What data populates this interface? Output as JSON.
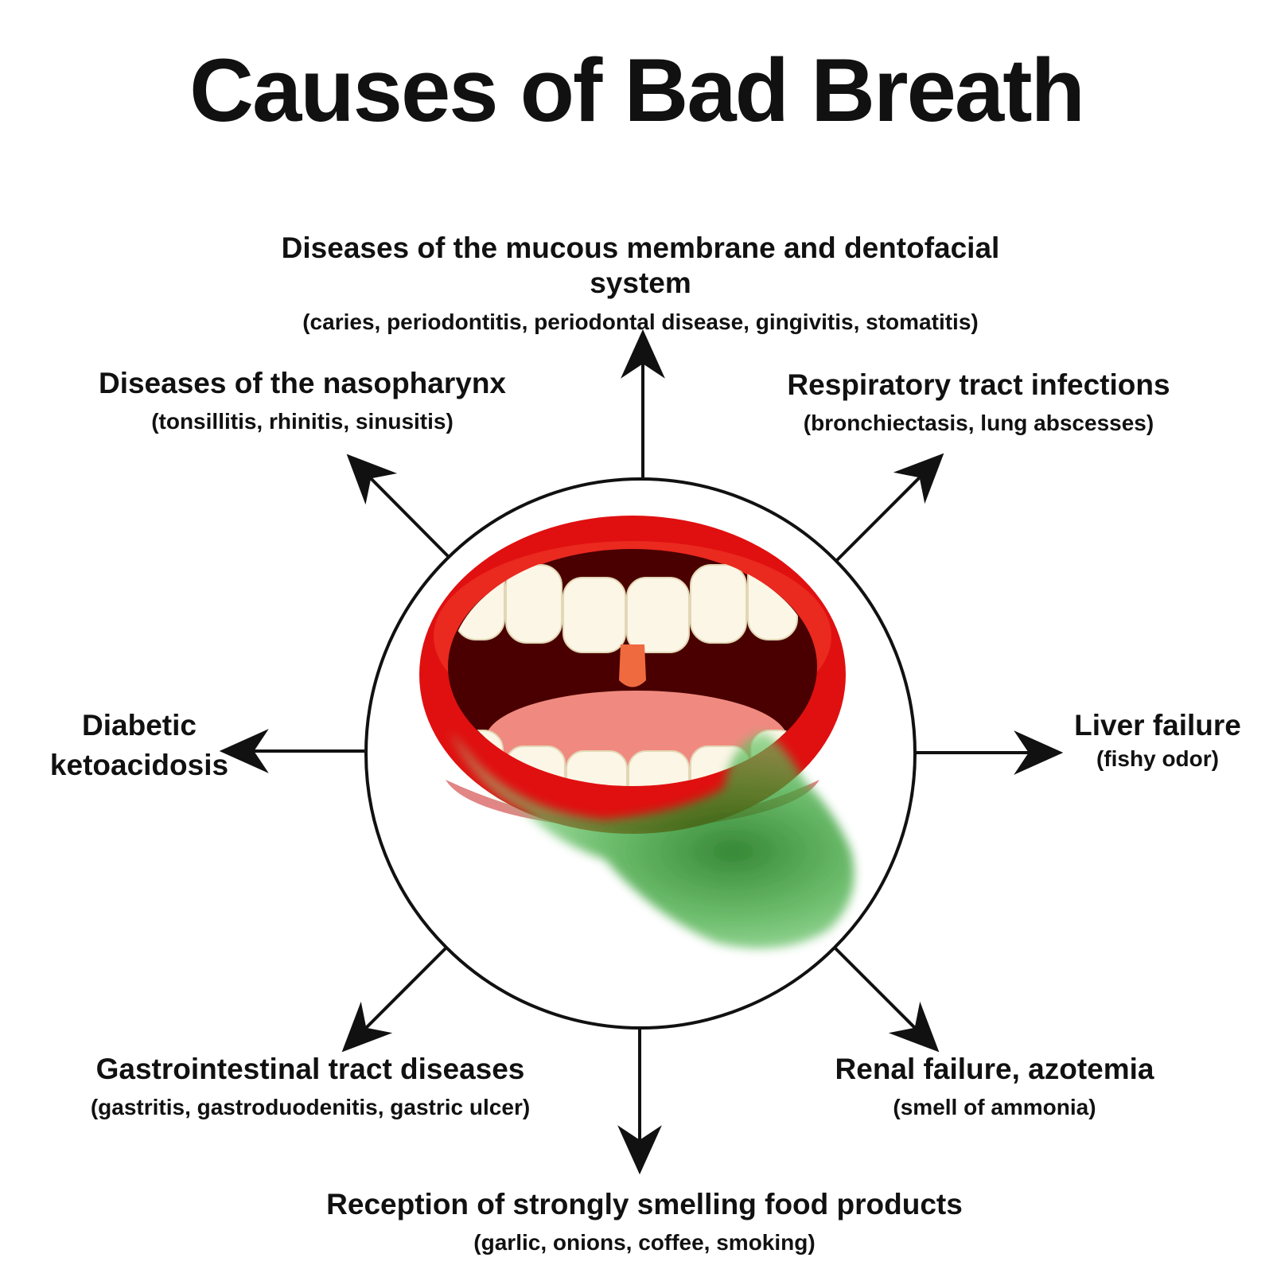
{
  "title": "Causes of Bad Breath",
  "causes": {
    "mucous": {
      "heading": "Diseases of the mucous membrane and dentofacial system",
      "detail": "(caries, periodontitis, periodontal disease, gingivitis, stomatitis)"
    },
    "nasopharynx": {
      "heading": "Diseases of the nasopharynx",
      "detail": "(tonsillitis, rhinitis, sinusitis)"
    },
    "respiratory": {
      "heading": "Respiratory tract infections",
      "detail": "(bronchiectasis, lung abscesses)"
    },
    "diabetic": {
      "line1": "Diabetic",
      "line2": "ketoacidosis"
    },
    "liver": {
      "heading": "Liver failure",
      "detail": "(fishy odor)"
    },
    "gastro": {
      "heading": "Gastrointestinal tract diseases",
      "detail": "(gastritis, gastroduodenitis, gastric ulcer)"
    },
    "renal": {
      "heading": "Renal failure, azotemia",
      "detail": "(smell of ammonia)"
    },
    "food": {
      "heading": "Reception of strongly smelling food products",
      "detail": "(garlic, onions, coffee, smoking)"
    }
  },
  "colors": {
    "lips": "#e01010",
    "mouth_interior": "#5a0000",
    "tongue": "#f08080",
    "teeth": "#fbf6e6",
    "odor_cloud": "#2fa82f",
    "ink": "#111111"
  }
}
